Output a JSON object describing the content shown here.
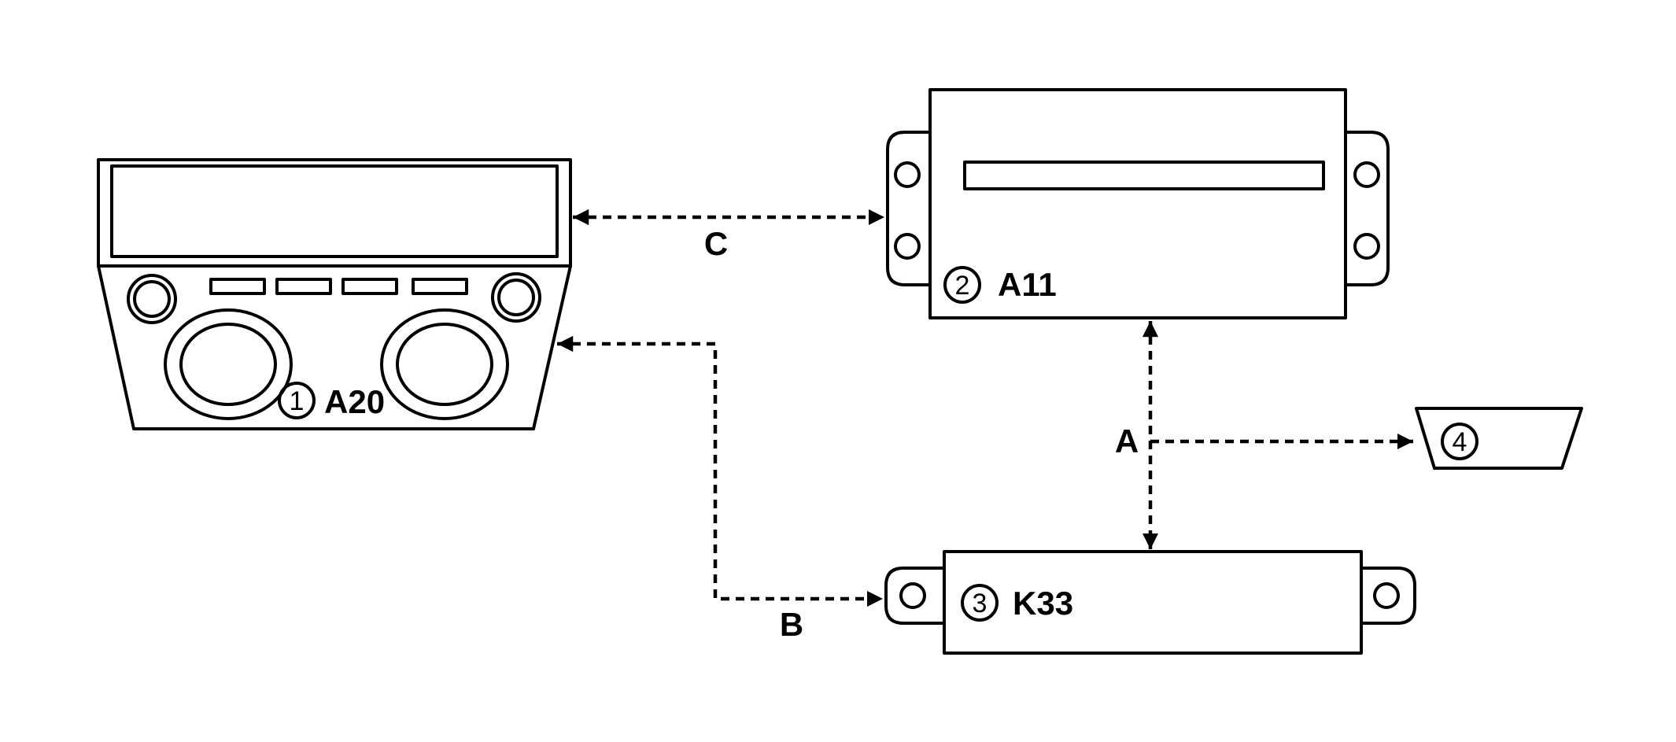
{
  "components": [
    {
      "id": "1",
      "code": "A20"
    },
    {
      "id": "2",
      "code": "A11"
    },
    {
      "id": "3",
      "code": "K33"
    },
    {
      "id": "4"
    }
  ],
  "connections": [
    {
      "label": "C",
      "from": "A20",
      "to": "A11"
    },
    {
      "label": "B",
      "from": "A20",
      "to": "K33"
    },
    {
      "label": "A",
      "from": "A11",
      "to": "K33"
    }
  ],
  "line_color": "#000000",
  "background": "#ffffff"
}
